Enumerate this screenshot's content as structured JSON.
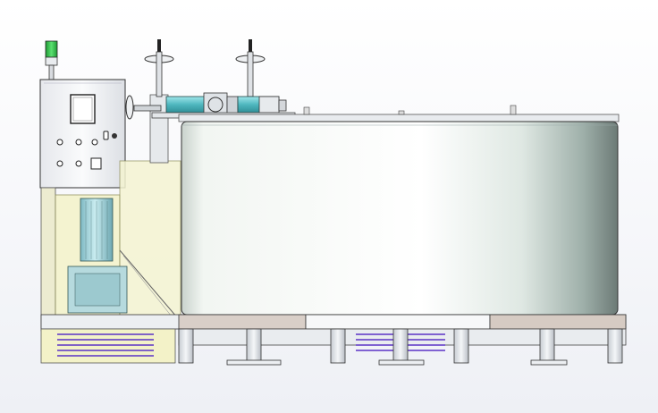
{
  "diagram": {
    "view": "front-elevation",
    "style": "cad-shaded-render",
    "components": [
      {
        "id": "signal-tower",
        "color": "#33c24a"
      },
      {
        "id": "control-cabinet",
        "color": "#f4f5f7"
      },
      {
        "id": "hmi-screen",
        "color": "#ffffff"
      },
      {
        "id": "machine-frame-guard",
        "color": "#f2f1c6"
      },
      {
        "id": "drive-motor",
        "color": "#a8d6dc"
      },
      {
        "id": "hydraulic-cylinder",
        "color": "#58c6cc"
      },
      {
        "id": "handwheel-left"
      },
      {
        "id": "handwheel-right"
      },
      {
        "id": "main-tank",
        "color": "#eef3ef"
      },
      {
        "id": "base-platform",
        "color": "#d9cfc8"
      },
      {
        "id": "heat-exchanger-coils",
        "color": "#6a3fd0"
      },
      {
        "id": "support-legs"
      }
    ]
  }
}
